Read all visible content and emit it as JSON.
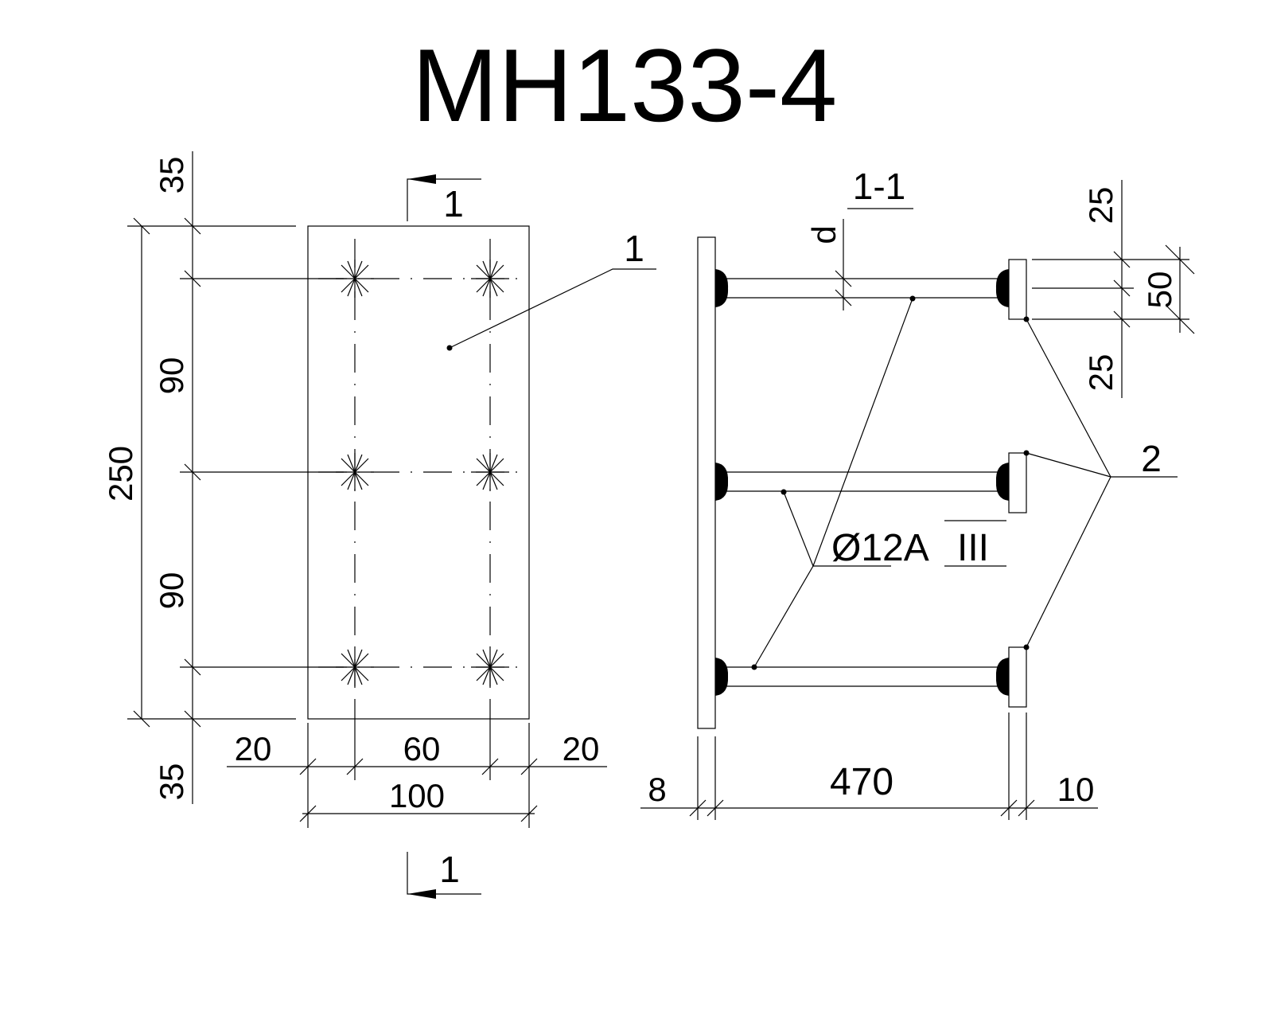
{
  "title": "МН133-4",
  "plan": {
    "section_marker": "1",
    "leader_label": "1",
    "dims_left": {
      "top": "35",
      "upper_span": "90",
      "total": "250",
      "lower_span": "90",
      "bottom": "35"
    },
    "dims_bottom": {
      "left_edge": "20",
      "middle": "60",
      "right_edge": "20",
      "total": "100"
    }
  },
  "section": {
    "title": "1-1",
    "d_label": "d",
    "rebar_label": "Ø12А",
    "rebar_class": "III",
    "part_label": "2",
    "dims_right": {
      "top": "25",
      "plate": "50",
      "bottom": "25"
    },
    "dims_bottom": {
      "plate": "8",
      "length": "470",
      "end_plate": "10"
    }
  }
}
